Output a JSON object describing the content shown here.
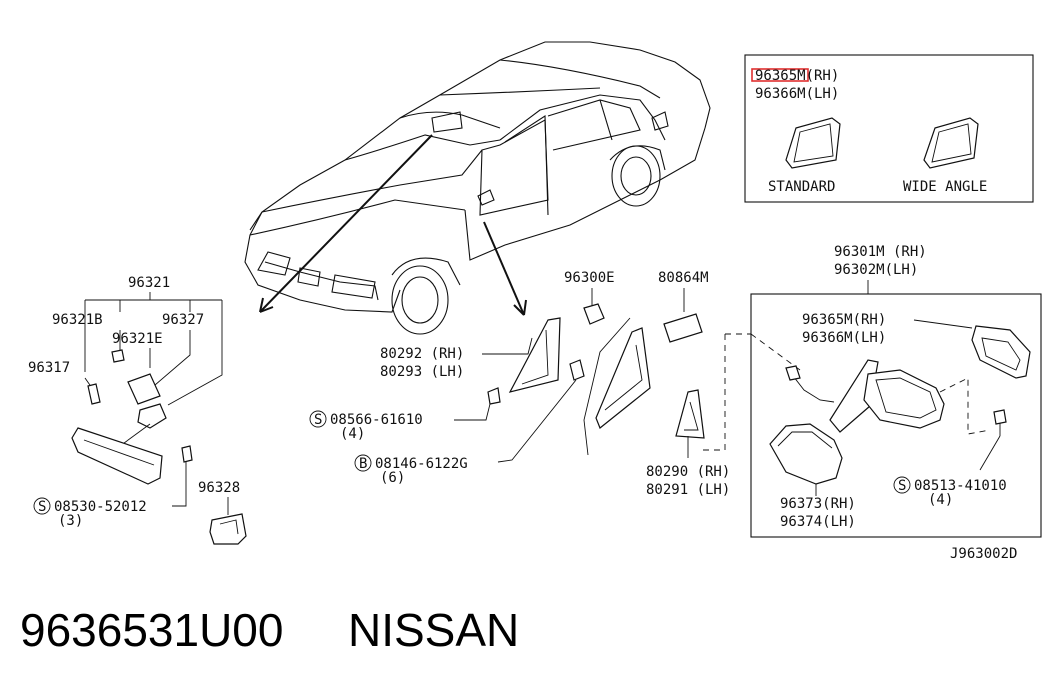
{
  "labels": {
    "box_standard_rh": "96365M(RH)",
    "box_standard_lh": "96366M(LH)",
    "standard": "STANDARD",
    "wide_angle": "WIDE ANGLE",
    "p96321": "96321",
    "p96321b": "96321B",
    "p96327": "96327",
    "p96321e": "96321E",
    "p96317": "96317",
    "p08530": "08530-52012",
    "p08530_qty": "(3)",
    "p96328": "96328",
    "p96300e": "96300E",
    "p80864m": "80864M",
    "p80292": "80292 (RH)",
    "p80293": "80293 (LH)",
    "p08566": "08566-61610",
    "p08566_qty": "(4)",
    "p08146": "08146-6122G",
    "p08146_qty": "(6)",
    "p80290": "80290 (RH)",
    "p80291": "80291 (LH)",
    "p96301m": "96301M (RH)",
    "p96302m": "96302M(LH)",
    "p96365m": "96365M(RH)",
    "p96366m": "96366M(LH)",
    "p96373": "96373(RH)",
    "p96374": "96374(LH)",
    "p08513": "08513-41010",
    "p08513_qty": "(4)",
    "diagram_code": "J963002D",
    "s_symbol": "S",
    "b_symbol": "B"
  },
  "footer": {
    "part_number": "9636531U00",
    "brand": "NISSAN"
  },
  "colors": {
    "highlight": "#e03030",
    "ink": "#111111"
  }
}
